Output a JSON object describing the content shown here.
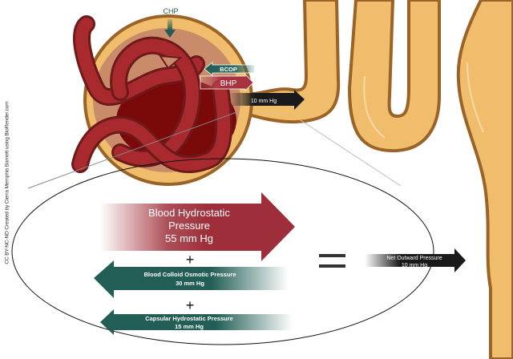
{
  "credit": "CC BY-NC-ND Created by Cierra Memphis Barnett using BioRender.com",
  "glomerulus_labels": {
    "chp": "CHP",
    "bcop": "BCOP",
    "bhp": "BHP",
    "net": "10 mm Hg"
  },
  "equation": {
    "bhp": {
      "line1": "Blood Hydrostatic",
      "line2": "Pressure",
      "value": "55 mm Hg"
    },
    "plus1": "+",
    "bcop": {
      "line1": "Blood Colloid Osmotic Pressure",
      "value": "30 mm Hg"
    },
    "plus2": "+",
    "chp": {
      "line1": "Capsular Hydrostatic Pressure",
      "value": "15 mm Hg"
    },
    "equals": "=",
    "net": {
      "line1": "Net Outward Pressure",
      "value": "10 mm Hg"
    }
  },
  "colors": {
    "tubule_fill": "#f0bd6c",
    "tubule_stroke": "#9a6428",
    "capsule_inner": "#c98c6a",
    "capillary": "#a8292e",
    "capillary_dark": "#7a0a0a",
    "capillary_stroke": "#6e1a1a",
    "bhp_red": "#9e2f3a",
    "teal": "#225e55",
    "black_arrow": "#1a1a1a"
  }
}
